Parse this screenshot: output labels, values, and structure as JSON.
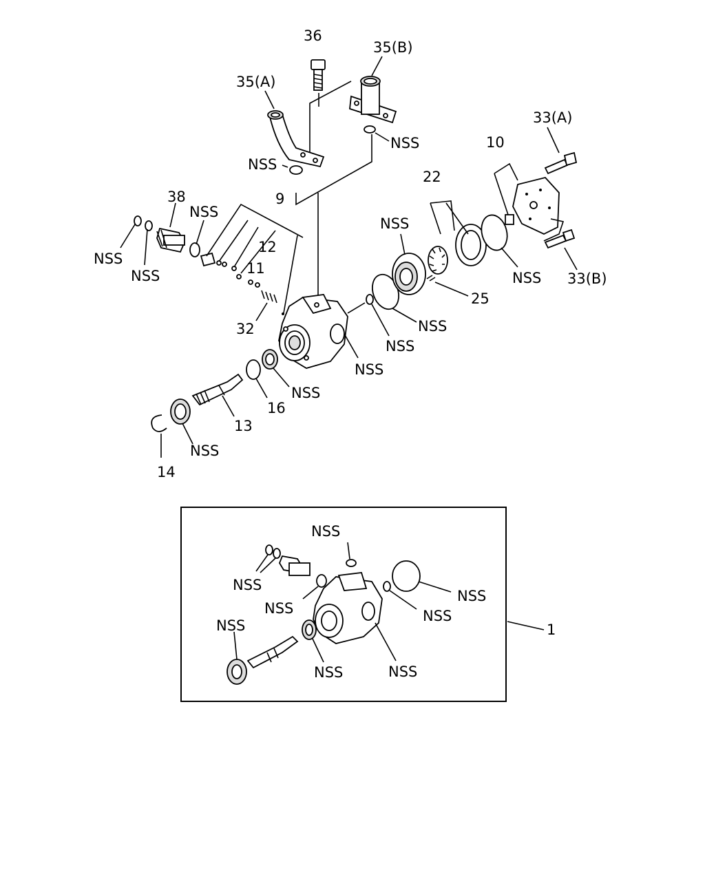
{
  "callouts": {
    "c36": "36",
    "c35b": "35(B)",
    "c35a": "35(A)",
    "nss_35b": "NSS",
    "nss_35a": "NSS",
    "c33a": "33(A)",
    "c10": "10",
    "c22": "22",
    "c38": "38",
    "nss_top": "NSS",
    "c9": "9",
    "c12": "12",
    "c11": "11",
    "nss_left1": "NSS",
    "nss_left2": "NSS",
    "nss_mid": "NSS",
    "nss_cover": "NSS",
    "c33b": "33(B)",
    "c25": "25",
    "nss_plate": "NSS",
    "nss_ring": "NSS",
    "c32": "32",
    "nss_body": "NSS",
    "nss_seal": "NSS",
    "c16": "16",
    "c13": "13",
    "nss_bearing": "NSS",
    "c14": "14"
  },
  "kit": {
    "label": "1",
    "nss_top": "NSS",
    "nss_orings": "NSS",
    "nss_fitting": "NSS",
    "nss_bigring": "NSS",
    "nss_smallring": "NSS",
    "nss_bearing": "NSS",
    "nss_seal": "NSS",
    "nss_body": "NSS"
  }
}
